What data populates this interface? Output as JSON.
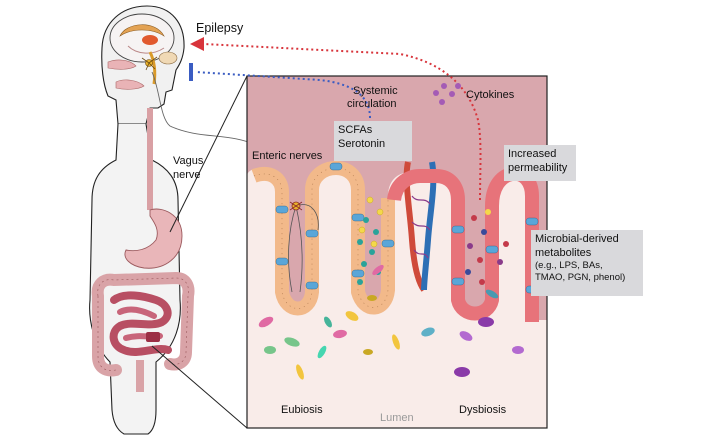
{
  "labels": {
    "epilepsy": "Epilepsy",
    "cytokines": "Cytokines",
    "systemic_circulation_1": "Systemic",
    "systemic_circulation_2": "circulation",
    "scfas": "SCFAs",
    "serotonin": "Serotonin",
    "enteric_nerves": "Enteric nerves",
    "vagus_1": "Vagus",
    "vagus_2": "nerve",
    "increased_1": "Increased",
    "increased_2": "permeability",
    "microbial_1": "Microbial-derived",
    "microbial_2": "metabolites",
    "microbial_3": "(e.g., LPS, BAs,",
    "microbial_4": "TMAO, PGN, phenol)",
    "eubiosis": "Eubiosis",
    "dysbiosis": "Dysbiosis",
    "lumen": "Lumen"
  },
  "colors": {
    "tissue_pink": "#d9a7ad",
    "lumen_bg": "#f9ece9",
    "epithelium_healthy": "#f2b98a",
    "epithelium_damaged": "#e7737a",
    "arrow_red": "#d8343b",
    "arrow_blue": "#3a5cc2",
    "vessel_red": "#cf4a3a",
    "vessel_blue": "#2d6fb5",
    "gut": "#dda3a8",
    "stomach": "#e8b9bc",
    "scfa_dot": "#2aa39a",
    "serotonin_dot": "#f4d84a",
    "cytokine_dot": "#a45bb5"
  }
}
